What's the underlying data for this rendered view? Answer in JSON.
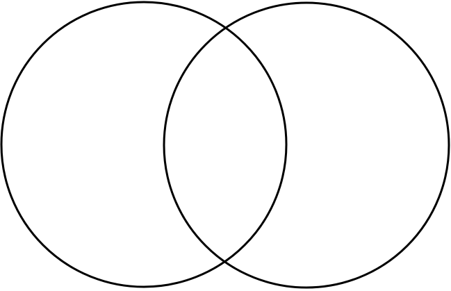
{
  "diagram": {
    "type": "venn",
    "set_count": 2,
    "background_color": "#ffffff",
    "circles": [
      {
        "id": "left",
        "stroke_color": "#000000"
      },
      {
        "id": "right",
        "stroke_color": "#000000"
      }
    ]
  }
}
